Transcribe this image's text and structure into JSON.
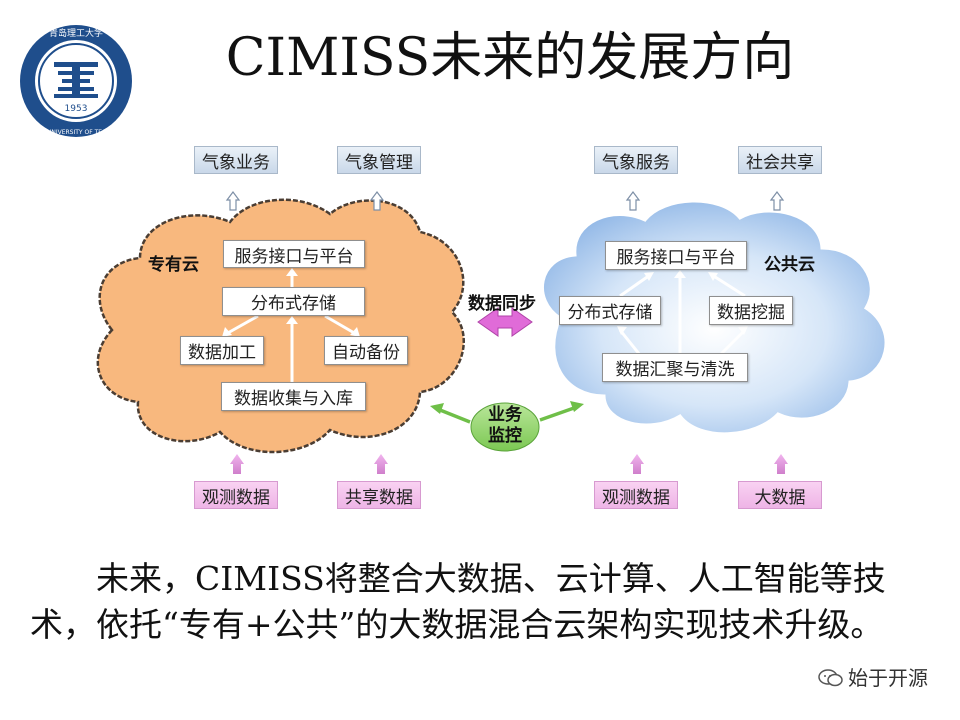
{
  "slide": {
    "title": "CIMISS未来的发展方向",
    "body_text": "未来，CIMISS将整合大数据、云计算、人工智能等技术，依托“专有+公共”的大数据混合云架构实现技术升级。",
    "watermark": "始于开源"
  },
  "logo": {
    "ring_text": "QINGDAO UNIVERSITY OF TECHNOLOGY",
    "top_text": "青岛理工大学",
    "year": "1953"
  },
  "private_cloud": {
    "label": "专有云",
    "color": "#f8b87e",
    "outputs": [
      "气象业务",
      "气象管理"
    ],
    "inputs": [
      "观测数据",
      "共享数据"
    ],
    "nodes": {
      "service": "服务接口与平台",
      "storage": "分布式存储",
      "process": "数据加工",
      "backup": "自动备份",
      "collect": "数据收集与入库"
    }
  },
  "public_cloud": {
    "label": "公共云",
    "color": "#9fc3ec",
    "outputs": [
      "气象服务",
      "社会共享"
    ],
    "inputs": [
      "观测数据",
      "大数据"
    ],
    "nodes": {
      "service": "服务接口与平台",
      "storage": "分布式存储",
      "mining": "数据挖掘",
      "cleanse": "数据汇聚与清洗"
    }
  },
  "sync_label": "数据同步",
  "monitor_label": [
    "业务",
    "监控"
  ]
}
